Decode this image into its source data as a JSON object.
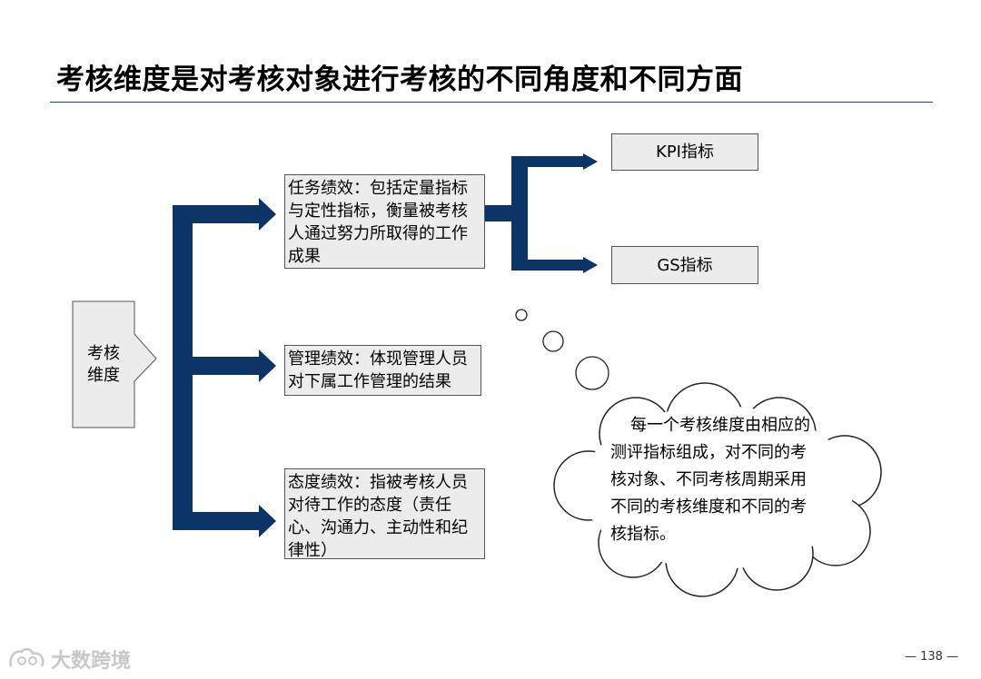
{
  "title": "考核维度是对考核对象进行考核的不同角度和不同方面",
  "root": "考核\n维度",
  "dimensions": [
    "任务绩效：包括定量指标与定性指标，衡量被考核人通过努力所取得的工作成果",
    "管理绩效：体现管理人员对下属工作管理的结果",
    "态度绩效：指被考核人员对待工作的态度（责任心、沟通力、主动性和纪律性）"
  ],
  "indicators": [
    "KPI指标",
    "GS指标"
  ],
  "cloud_text": "每一个考核维度由相应的测评指标组成，对不同的考核对象、不同考核周期采用不同的考核维度和不同的考核指标。",
  "page_number": "— 138 —",
  "watermark": "大数跨境",
  "colors": {
    "arrow": "#0d3467",
    "box_fill": "#ececec",
    "rule": "#1f3f6b"
  }
}
